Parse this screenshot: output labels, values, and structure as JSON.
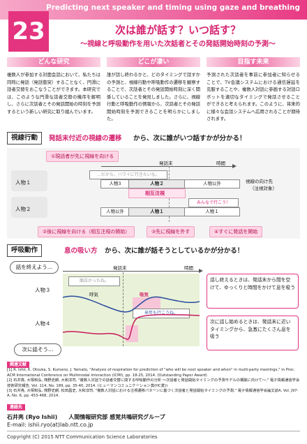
{
  "header": {
    "number": "23",
    "top_title": "Predicting next speaker and timing using gaze and breathing",
    "main_title": "次は誰が話す？いつ話す？",
    "subtitle": "〜視線と呼吸動作を用いた次話者とその発話開始時刻の予測〜"
  },
  "columns": [
    {
      "title": "どんな研究",
      "text": "複数人が参加する対面会話において、私たちは同時に発話（発話衝突）することなく、円滑に話者交替をおこなうことができます。本研究では、このような円滑な話者交替の機序を解明し、さらに次話者とその発話開始の時刻を予測するという新しい研究に取り組んでいます。"
    },
    {
      "title": "どこが凄い",
      "text": "誰が話し終わるかと、どのタイミングで話すかの予測と、視線行動や呼吸動作の遷移を観察することで、次話者とその発話開始時刻に深く関係していることを発見しました。さらに、視線行動と呼吸動作の情報から、次話者とその発話開始時刻を予測できることを明らかにしました。"
    },
    {
      "title": "目指す未来",
      "text": "予測された次話者を事前に参加者に知らせることで、TV会議システムにおける通信遅延を克服することや、複数人対話に参画する対話ロボットを適切なタイミングで発話させることができると考えられます。このように、将来的に様々な会話システムへ応用されることが期待されます。"
    }
  ],
  "gaze_section": {
    "label": "視線行動",
    "headline_pink": "発話末付近の視線の遷移",
    "headline_rest": "から、次に誰がいつ話すかが分かる！",
    "step1": "①現話者が先に視線を向ける",
    "step2": "②後に視線を向ける（相互注視の開始）",
    "step3": "③先に視線を外す",
    "step4": "④すぐに発話を開始",
    "end_of_speech": "発話末",
    "time": "時間",
    "person1": "人物１",
    "person2": "人物２",
    "bubble1": "...だから、ハワイに行きたいな。",
    "bubble2": "みんなで行こう！",
    "mutual_gaze": "相互注視",
    "gaze_target_label": "視線の向け先",
    "gaze_target_note": "（注視対象）",
    "p1_cells": [
      "人物3",
      "人物２",
      "人物以外"
    ],
    "p2_cells": [
      "人物以外",
      "人物１",
      "人物１"
    ]
  },
  "breath_section": {
    "label": "呼吸動作",
    "headline_pink": "息の吸い方",
    "headline_rest": "から、次に誰が話そうとしているかが分かる！",
    "bubble_top": "話を終えよう…",
    "bubble_bottom": "次に話そう…",
    "end_of_speech": "発話末",
    "time": "時間",
    "person3": "人物３",
    "person4": "人物４",
    "exhale": "呼気",
    "inhale": "吸気",
    "speech3": "面白かったね。",
    "speech4": "来年も行こうね。",
    "note1": "話し終えるときは、発話末から間を空けて、ゆっくりと時間をかけて息を吸う",
    "note2": "次に話し始めるときは、発話末に近いタイミングから、急激にたくさん息を吸う"
  },
  "refs": {
    "tag": "関連文献",
    "items": [
      "[1] R. Ishii, K. Otsuka, S. Kumano, J. Yamato, \"Analysis of respiration for prediction of \"who will be next speaker and when\" in multi-party meetings,\" in Proc. ACM International Conference on Multimodal Interaction (ICMI), pp. 18-25, 2014. (Outstanding Paper Award)",
      "[2] 石井亮, 大塚和弘, 熊野史朗, 大和淳司, \"複数人対話での話者交替に関する呼吸動作の分析 〜次話者と発話開始タイミングの予測モデルの構築に向けて〜,\" 電子情報通信学会技術研究報告, Vol. 114, No. 189, pp. 35-40, 2014. (ヒューマンコミュニケーション賞(HC賞))",
      "[3] 石井亮, 大塚和弘, 熊野史朗, 松田昌史, 大和淳司, \"複数人対話における注視遷移パターンに基づく次話者と発話開始タイミングの予測,\" 電子情報通信学会論文誌A, Vol. J97-A, No. 6, pp. 453-468, 2014."
    ]
  },
  "contact": {
    "tag": "連絡先",
    "name": "石井亮 (Ryo Ishii)　　人間情報研究部 感覚共鳴研究グループ",
    "email": "E-mail: ishii.ryo(at)lab.ntt.co.jp"
  },
  "copyright": "Copyright (C) 2015 NTT Communication Science Laboratories"
}
